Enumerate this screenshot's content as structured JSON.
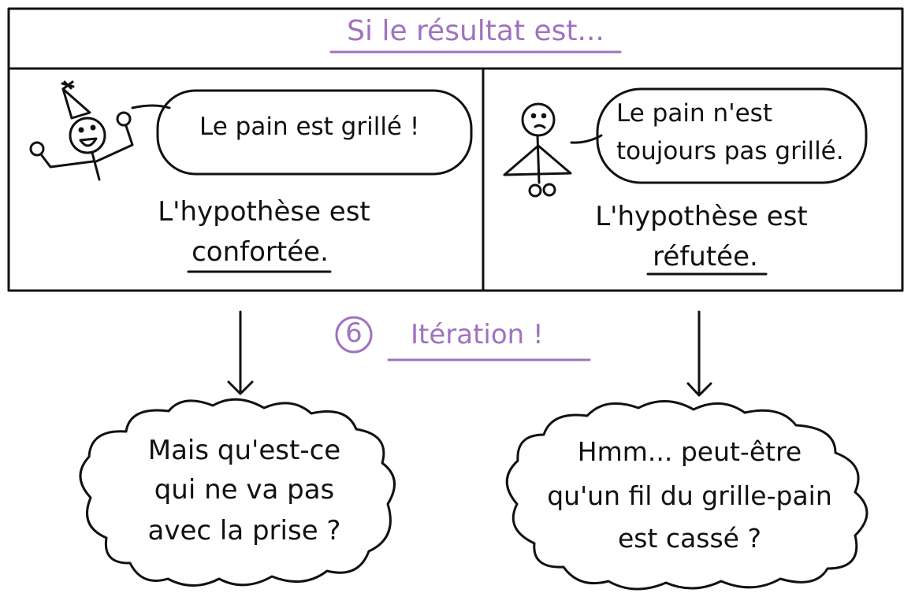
{
  "header": {
    "title": "Si le résultat est..."
  },
  "left_panel": {
    "bubble_text": "Le pain est grillé !",
    "hypothesis_line1": "L'hypothèse est",
    "hypothesis_line2": "confortée."
  },
  "right_panel": {
    "bubble_line1": "Le pain n'est",
    "bubble_line2": "toujours pas grillé.",
    "hypothesis_line1": "L'hypothèse est",
    "hypothesis_line2": "réfutée."
  },
  "iteration": {
    "step_number": "6",
    "label": "Itération !"
  },
  "thoughts": {
    "left": {
      "line1": "Mais qu'est-ce",
      "line2": "qui ne va pas",
      "line3": "avec la prise ?"
    },
    "right": {
      "line1": "Hmm... peut-être",
      "line2": "qu'un fil du grille-pain",
      "line3": "est cassé ?"
    }
  },
  "colors": {
    "accent": "#a072bf",
    "ink": "#111111"
  }
}
